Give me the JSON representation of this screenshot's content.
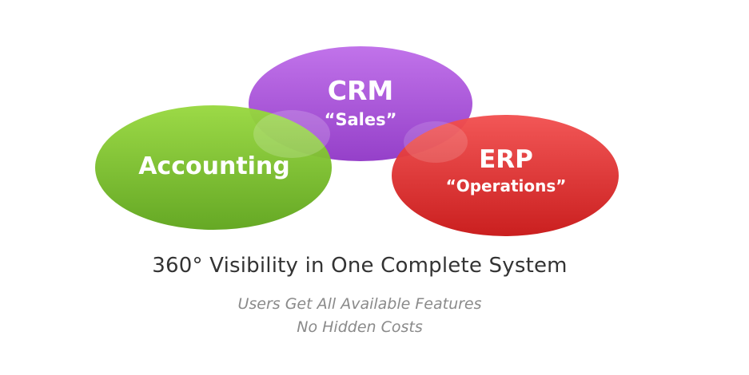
{
  "diagram": {
    "circles": {
      "crm": {
        "title": "CRM",
        "subtitle": "“Sales”"
      },
      "accounting": {
        "title": "Accounting"
      },
      "erp": {
        "title": "ERP",
        "subtitle": "“Operations”"
      }
    },
    "colors": {
      "crm": "#a855d8",
      "accounting": "#7ec52a",
      "erp": "#e42a2a"
    }
  },
  "caption": {
    "headline": "360° Visibility in One Complete System",
    "line1": "Users Get All Available Features",
    "line2": "No Hidden Costs"
  }
}
